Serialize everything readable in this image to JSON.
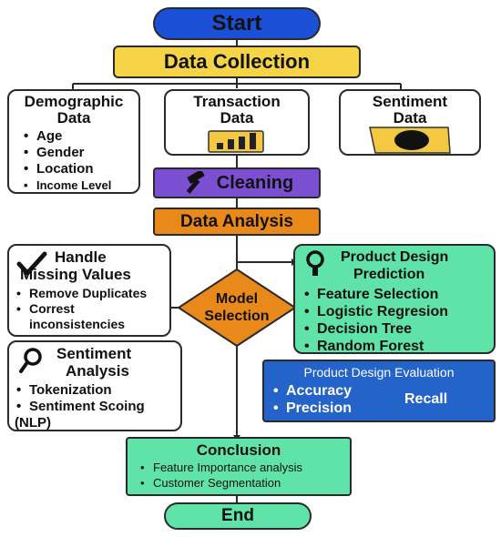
{
  "start": {
    "label": "Start"
  },
  "collection": {
    "label": "Data Collection"
  },
  "demographic": {
    "title_line1": "Demographic",
    "title_line2": "Data",
    "items": [
      "Age",
      "Gender",
      "Location",
      "Income Level"
    ]
  },
  "transaction": {
    "title_line1": "Transaction",
    "title_line2": "Data",
    "icon": "bar-chart-icon"
  },
  "sentiment_data": {
    "title_line1": "Sentiment",
    "title_line2": "Data",
    "icon": "folder-icon"
  },
  "cleaning": {
    "label": "Cleaning",
    "icon": "hammer-icon"
  },
  "analysis": {
    "label": "Data Analysis"
  },
  "missing": {
    "title_line1": "Handle",
    "title_line2": "Missing Values",
    "icon": "checkmark-icon",
    "items": [
      "Remove Duplicates",
      "Correst",
      "inconsistencies"
    ]
  },
  "sentiment_analysis": {
    "title_line1": "Sentiment",
    "title_line2": "Analysis",
    "icon": "magnifier-icon",
    "items": [
      "Tokenization",
      "Sentiment Scoing",
      "(NLP)"
    ]
  },
  "model": {
    "line1": "Model",
    "line2": "Selection"
  },
  "prediction": {
    "title_line1": "Product Design",
    "title_line2": "Prediction",
    "icon": "lightbulb-icon",
    "items": [
      "Feature Selection",
      "Logistic Regresion",
      "Decision Tree",
      "Random Forest"
    ]
  },
  "evaluation": {
    "title": "Product Design Evaluation",
    "items": [
      "Accuracy",
      "Precision"
    ],
    "extra": "Recall"
  },
  "conclusion": {
    "title": "Conclusion",
    "items": [
      "Feature Importance analysis",
      "Customer Segmentation"
    ]
  },
  "end": {
    "label": "End"
  },
  "colors": {
    "start": "#1a4fd6",
    "collection": "#f5d547",
    "cleaning": "#7b4fd1",
    "analysis": "#e8891a",
    "model": "#e8891a",
    "prediction": "#5fe3a8",
    "evaluation": "#2463c9",
    "conclusion": "#5fe3a8",
    "end": "#5fe3a8"
  }
}
